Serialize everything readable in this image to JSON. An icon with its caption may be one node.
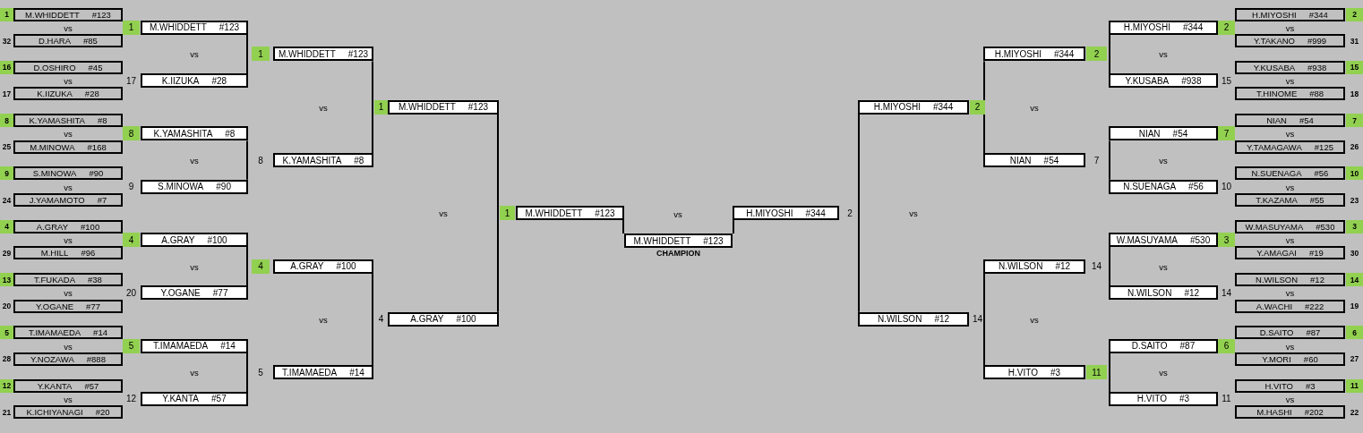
{
  "diagram": {
    "nodes": [
      {
        "text": [
          "1"
        ]
      },
      {
        "text": [
          "M.WHIDDETT",
          "#123"
        ]
      },
      {
        "text": [
          "D.HARA",
          "#85"
        ],
        "beside": [
          "32"
        ]
      },
      {
        "text": [
          "16"
        ]
      },
      {
        "text": [
          "D.OSHIRO",
          "#45"
        ]
      },
      {
        "text": [
          "K.IIZUKA",
          "#28"
        ],
        "beside": [
          "17"
        ]
      },
      {
        "text": [
          "8"
        ]
      },
      {
        "text": [
          "K.YAMASHITA",
          "#8"
        ]
      },
      {
        "text": [
          "M.MINOWA",
          "#168"
        ],
        "beside": [
          "25"
        ]
      },
      {
        "text": [
          "9"
        ]
      },
      {
        "text": [
          "S.MINOWA",
          "#90"
        ]
      },
      {
        "text": [
          "J.YAMAMOTO",
          "#7"
        ],
        "beside": [
          "24"
        ]
      },
      {
        "text": [
          "4"
        ]
      },
      {
        "text": [
          "A.GRAY",
          "#100"
        ]
      },
      {
        "text": [
          "M.HILL",
          "#96"
        ],
        "beside": [
          "29"
        ]
      },
      {
        "text": [
          "13"
        ]
      },
      {
        "text": [
          "T.FUKADA",
          "#38"
        ]
      },
      {
        "text": [
          "Y.OGANE",
          "#77"
        ],
        "beside": [
          "20"
        ]
      },
      {
        "text": [
          "5"
        ]
      },
      {
        "text": [
          "T.IMAMAEDA",
          "#14"
        ]
      },
      {
        "text": [
          "Y.NOZAWA",
          "#888"
        ],
        "beside": [
          "28"
        ]
      },
      {
        "text": [
          "12"
        ]
      },
      {
        "text": [
          "Y.KANTA",
          "#57"
        ]
      },
      {
        "text": [
          "K.ICHIYANAGI",
          "#20"
        ],
        "beside": [
          "21"
        ]
      },
      {
        "text": [
          "1"
        ]
      },
      {
        "text": [
          "M.WHIDDETT",
          "#123"
        ]
      },
      {
        "text": [
          "K.IIZUKA",
          "#28"
        ],
        "beside": [
          "17"
        ]
      },
      {
        "text": [
          "8"
        ]
      },
      {
        "text": [
          "K.YAMASHITA",
          "#8"
        ]
      },
      {
        "text": [
          "S.MINOWA",
          "#90"
        ],
        "beside": [
          "9"
        ]
      },
      {
        "text": [
          "4"
        ]
      },
      {
        "text": [
          "A.GRAY",
          "#100"
        ]
      },
      {
        "text": [
          "Y.OGANE",
          "#77"
        ],
        "beside": [
          "20"
        ]
      },
      {
        "text": [
          "5"
        ]
      },
      {
        "text": [
          "T.IMAMAEDA",
          "#14"
        ]
      },
      {
        "text": [
          "Y.KANTA",
          "#57"
        ],
        "beside": [
          "12"
        ]
      },
      {
        "text": [
          "1"
        ]
      },
      {
        "text": [
          "M.WHIDDETT",
          "#123"
        ]
      },
      {
        "text": [
          "K.YAMASHITA",
          "#8"
        ],
        "beside": [
          "8"
        ]
      },
      {
        "text": [
          "4"
        ]
      },
      {
        "text": [
          "A.GRAY",
          "#100"
        ]
      },
      {
        "text": [
          "T.IMAMAEDA",
          "#14"
        ],
        "beside": [
          "5"
        ]
      },
      {
        "text": [
          "1"
        ]
      },
      {
        "text": [
          "M.WHIDDETT",
          "#123"
        ]
      },
      {
        "text": [
          "A.GRAY",
          "#100"
        ],
        "beside": [
          "4"
        ]
      },
      {
        "text": [
          "1"
        ]
      },
      {
        "text": [
          "M.WHIDDETT",
          "#123"
        ]
      },
      {
        "text": [
          "M.WHIDDETT",
          "#123"
        ],
        "beside": [
          "CHAMPION"
        ]
      },
      {
        "text": [
          "H.MIYOSHI",
          "#344"
        ],
        "beside": [
          "2"
        ]
      },
      {
        "text": [
          "H.MIYOSHI",
          "#344"
        ]
      },
      {
        "text": [
          "2"
        ]
      },
      {
        "text": [
          "N.WILSON",
          "#12"
        ],
        "beside": [
          "14"
        ]
      },
      {
        "text": [
          "H.MIYOSHI",
          "#344"
        ]
      },
      {
        "text": [
          "2"
        ]
      },
      {
        "text": [
          "NIAN",
          "#54"
        ],
        "beside": [
          "7"
        ]
      },
      {
        "text": [
          "N.WILSON",
          "#12"
        ],
        "beside": [
          "14"
        ]
      },
      {
        "text": [
          "H.VITO",
          "#3"
        ]
      },
      {
        "text": [
          "11"
        ]
      },
      {
        "text": [
          "H.MIYOSHI",
          "#344"
        ]
      },
      {
        "text": [
          "2"
        ]
      },
      {
        "text": [
          "Y.KUSABA",
          "#938"
        ],
        "beside": [
          "15"
        ]
      },
      {
        "text": [
          "NIAN",
          "#54"
        ]
      },
      {
        "text": [
          "7"
        ]
      },
      {
        "text": [
          "N.SUENAGA",
          "#56"
        ],
        "beside": [
          "10"
        ]
      },
      {
        "text": [
          "W.MASUYAMA",
          "#530"
        ]
      },
      {
        "text": [
          "3"
        ]
      },
      {
        "text": [
          "N.WILSON",
          "#12"
        ],
        "beside": [
          "14"
        ]
      },
      {
        "text": [
          "D.SAITO",
          "#87"
        ]
      },
      {
        "text": [
          "6"
        ]
      },
      {
        "text": [
          "H.VITO",
          "#3"
        ],
        "beside": [
          "11"
        ]
      },
      {
        "text": [
          "H.MIYOSHI",
          "#344"
        ]
      },
      {
        "text": [
          "2"
        ]
      },
      {
        "text": [
          "Y.TAKANO",
          "#999"
        ],
        "beside": [
          "31"
        ]
      },
      {
        "text": [
          "Y.KUSABA",
          "#938"
        ]
      },
      {
        "text": [
          "15"
        ]
      },
      {
        "text": [
          "T.HINOME",
          "#88"
        ],
        "beside": [
          "18"
        ]
      },
      {
        "text": [
          "NIAN",
          "#54"
        ]
      },
      {
        "text": [
          "7"
        ]
      },
      {
        "text": [
          "Y.TAMAGAWA",
          "#125"
        ],
        "beside": [
          "26"
        ]
      },
      {
        "text": [
          "N.SUENAGA",
          "#56"
        ]
      },
      {
        "text": [
          "10"
        ]
      },
      {
        "text": [
          "T.KAZAMA",
          "#55"
        ],
        "beside": [
          "23"
        ]
      },
      {
        "text": [
          "W.MASUYAMA",
          "#530"
        ]
      },
      {
        "text": [
          "3"
        ]
      },
      {
        "text": [
          "Y.AMAGAI",
          "#19"
        ],
        "beside": [
          "30"
        ]
      },
      {
        "text": [
          "N.WILSON",
          "#12"
        ]
      },
      {
        "text": [
          "14"
        ]
      },
      {
        "text": [
          "A.WACHI",
          "#222"
        ],
        "beside": [
          "19"
        ]
      },
      {
        "text": [
          "D.SAITO",
          "#87"
        ]
      },
      {
        "text": [
          "6"
        ]
      },
      {
        "text": [
          "Y.MORI",
          "#60"
        ],
        "beside": [
          "27"
        ]
      },
      {
        "text": [
          "H.VITO",
          "#3"
        ]
      },
      {
        "text": [
          "11"
        ]
      },
      {
        "text": [
          "M.HASHI",
          "#202"
        ],
        "beside": [
          "22"
        ]
      }
    ],
    "edges": [
      {
        "from": 25,
        "to": 26,
        "arrow": "none"
      },
      {
        "from": 28,
        "to": 29,
        "arrow": "none"
      },
      {
        "from": 31,
        "to": 32,
        "arrow": "none"
      },
      {
        "from": 34,
        "to": 35,
        "arrow": "none"
      },
      {
        "from": 37,
        "to": 38,
        "arrow": "none"
      },
      {
        "from": 40,
        "to": 41,
        "arrow": "none"
      },
      {
        "from": 43,
        "to": 44,
        "arrow": "none"
      },
      {
        "from": 46,
        "to": 47,
        "arrow": "none"
      },
      {
        "from": 48,
        "to": 47,
        "arrow": "none"
      },
      {
        "from": 49,
        "to": 51,
        "arrow": "none"
      },
      {
        "from": 52,
        "to": 54,
        "arrow": "none"
      },
      {
        "from": 55,
        "to": 56,
        "arrow": "none"
      },
      {
        "from": 58,
        "to": 60,
        "arrow": "none"
      },
      {
        "from": 61,
        "to": 63,
        "arrow": "none"
      },
      {
        "from": 64,
        "to": 66,
        "arrow": "none"
      },
      {
        "from": 67,
        "to": 69,
        "arrow": "none"
      }
    ],
    "labels": [
      "vs",
      "vs",
      "vs",
      "vs",
      "vs",
      "vs",
      "vs",
      "vs",
      "vs",
      "vs",
      "vs",
      "vs",
      "vs",
      "vs",
      "vs",
      "vs",
      "vs",
      "vs",
      "vs",
      "vs",
      "vs",
      "vs",
      "vs",
      "vs",
      "vs",
      "vs",
      "vs",
      "vs",
      "vs",
      "vs",
      "vs"
    ]
  }
}
